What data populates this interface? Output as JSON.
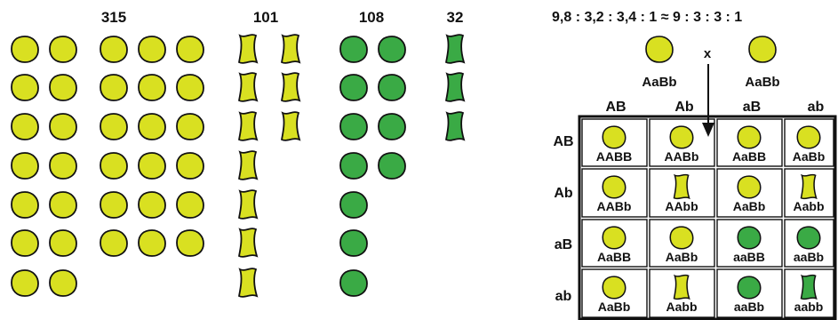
{
  "colors": {
    "yellow": "#d9e021",
    "green": "#3aaa45",
    "outline": "#111111"
  },
  "counts": {
    "yellow_round": "315",
    "yellow_wrinkled": "101",
    "green_round": "108",
    "green_wrinkled": "32"
  },
  "ratio_text": "9,8 : 3,2 : 3,4 : 1 ≈ 9 : 3 : 3 : 1",
  "cross": {
    "parent1": "AaBb",
    "parent2": "AaBb",
    "symbol": "x"
  },
  "punnett": {
    "gametes": [
      "AB",
      "Ab",
      "aB",
      "ab"
    ],
    "cells": [
      [
        {
          "g": "AABB",
          "c": "yellow",
          "s": "round"
        },
        {
          "g": "AABb",
          "c": "yellow",
          "s": "round"
        },
        {
          "g": "AaBB",
          "c": "yellow",
          "s": "round"
        },
        {
          "g": "AaBb",
          "c": "yellow",
          "s": "round"
        }
      ],
      [
        {
          "g": "AABb",
          "c": "yellow",
          "s": "round"
        },
        {
          "g": "AAbb",
          "c": "yellow",
          "s": "wrinkled"
        },
        {
          "g": "AaBb",
          "c": "yellow",
          "s": "round"
        },
        {
          "g": "Aabb",
          "c": "yellow",
          "s": "wrinkled"
        }
      ],
      [
        {
          "g": "AaBB",
          "c": "yellow",
          "s": "round"
        },
        {
          "g": "AaBb",
          "c": "yellow",
          "s": "round"
        },
        {
          "g": "aaBB",
          "c": "green",
          "s": "round"
        },
        {
          "g": "aaBb",
          "c": "green",
          "s": "round"
        }
      ],
      [
        {
          "g": "AaBb",
          "c": "yellow",
          "s": "round"
        },
        {
          "g": "Aabb",
          "c": "yellow",
          "s": "wrinkled"
        },
        {
          "g": "aaBb",
          "c": "green",
          "s": "round"
        },
        {
          "g": "aabb",
          "c": "green",
          "s": "wrinkled"
        }
      ]
    ]
  }
}
